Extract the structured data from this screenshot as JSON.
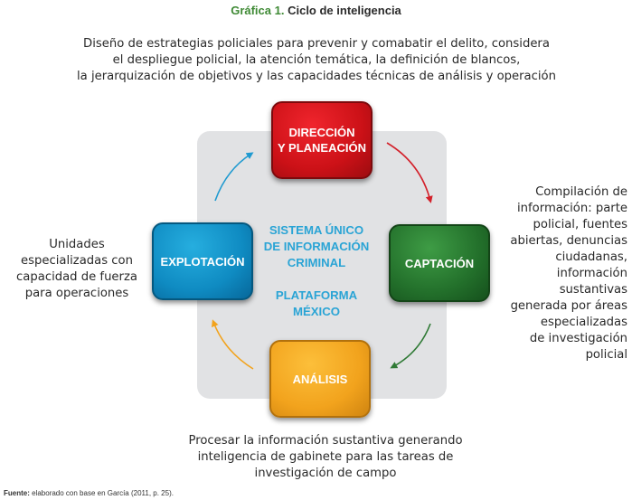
{
  "title": {
    "number": "Gráfica 1.",
    "text": "Ciclo de inteligencia"
  },
  "top_description": [
    "Diseño de estrategias policiales para prevenir y comabatir el delito, considera",
    "el despliegue policial, la atención temática, la definición de blancos,",
    "la jerarquización de objetivos y las capacidades técnicas de análisis y operación"
  ],
  "boxes": {
    "direction": {
      "line1": "DIRECCIÓN",
      "line2": "Y PLANEACIÓN",
      "color": "#cc1117"
    },
    "capture": {
      "label": "CAPTACIÓN",
      "color": "#23702b"
    },
    "analysis": {
      "label": "ANÁLISIS",
      "color": "#f2a31d"
    },
    "exploitation": {
      "label": "EXPLOTACIÓN",
      "color": "#0f8bc2"
    }
  },
  "center": {
    "system": [
      "SISTEMA ÚNICO",
      "DE INFORMACIÓN",
      "CRIMINAL"
    ],
    "platform": [
      "PLATAFORMA",
      "MÉXICO"
    ],
    "color": "#2aa4d5"
  },
  "left_description": [
    "Unidades",
    "especializadas con",
    "capacidad de fuerza",
    "para operaciones"
  ],
  "right_description": [
    "Compilación de",
    "información: parte",
    "policial, fuentes",
    "abiertas, denuncias",
    "ciudadanas,",
    "información",
    "sustantivas",
    "generada por áreas",
    "especializadas",
    "de investigación",
    "policial"
  ],
  "bottom_description": [
    "Procesar la información sustantiva generando",
    "inteligencia de gabinete para las tareas de",
    "investigación de campo"
  ],
  "source": {
    "label": "Fuente:",
    "text": " elaborado con base en García (2011, p. 25)."
  },
  "arrow_colors": {
    "red": "#d3202a",
    "green": "#2f7a35",
    "orange": "#f2a31d",
    "blue": "#1f9ad0"
  }
}
